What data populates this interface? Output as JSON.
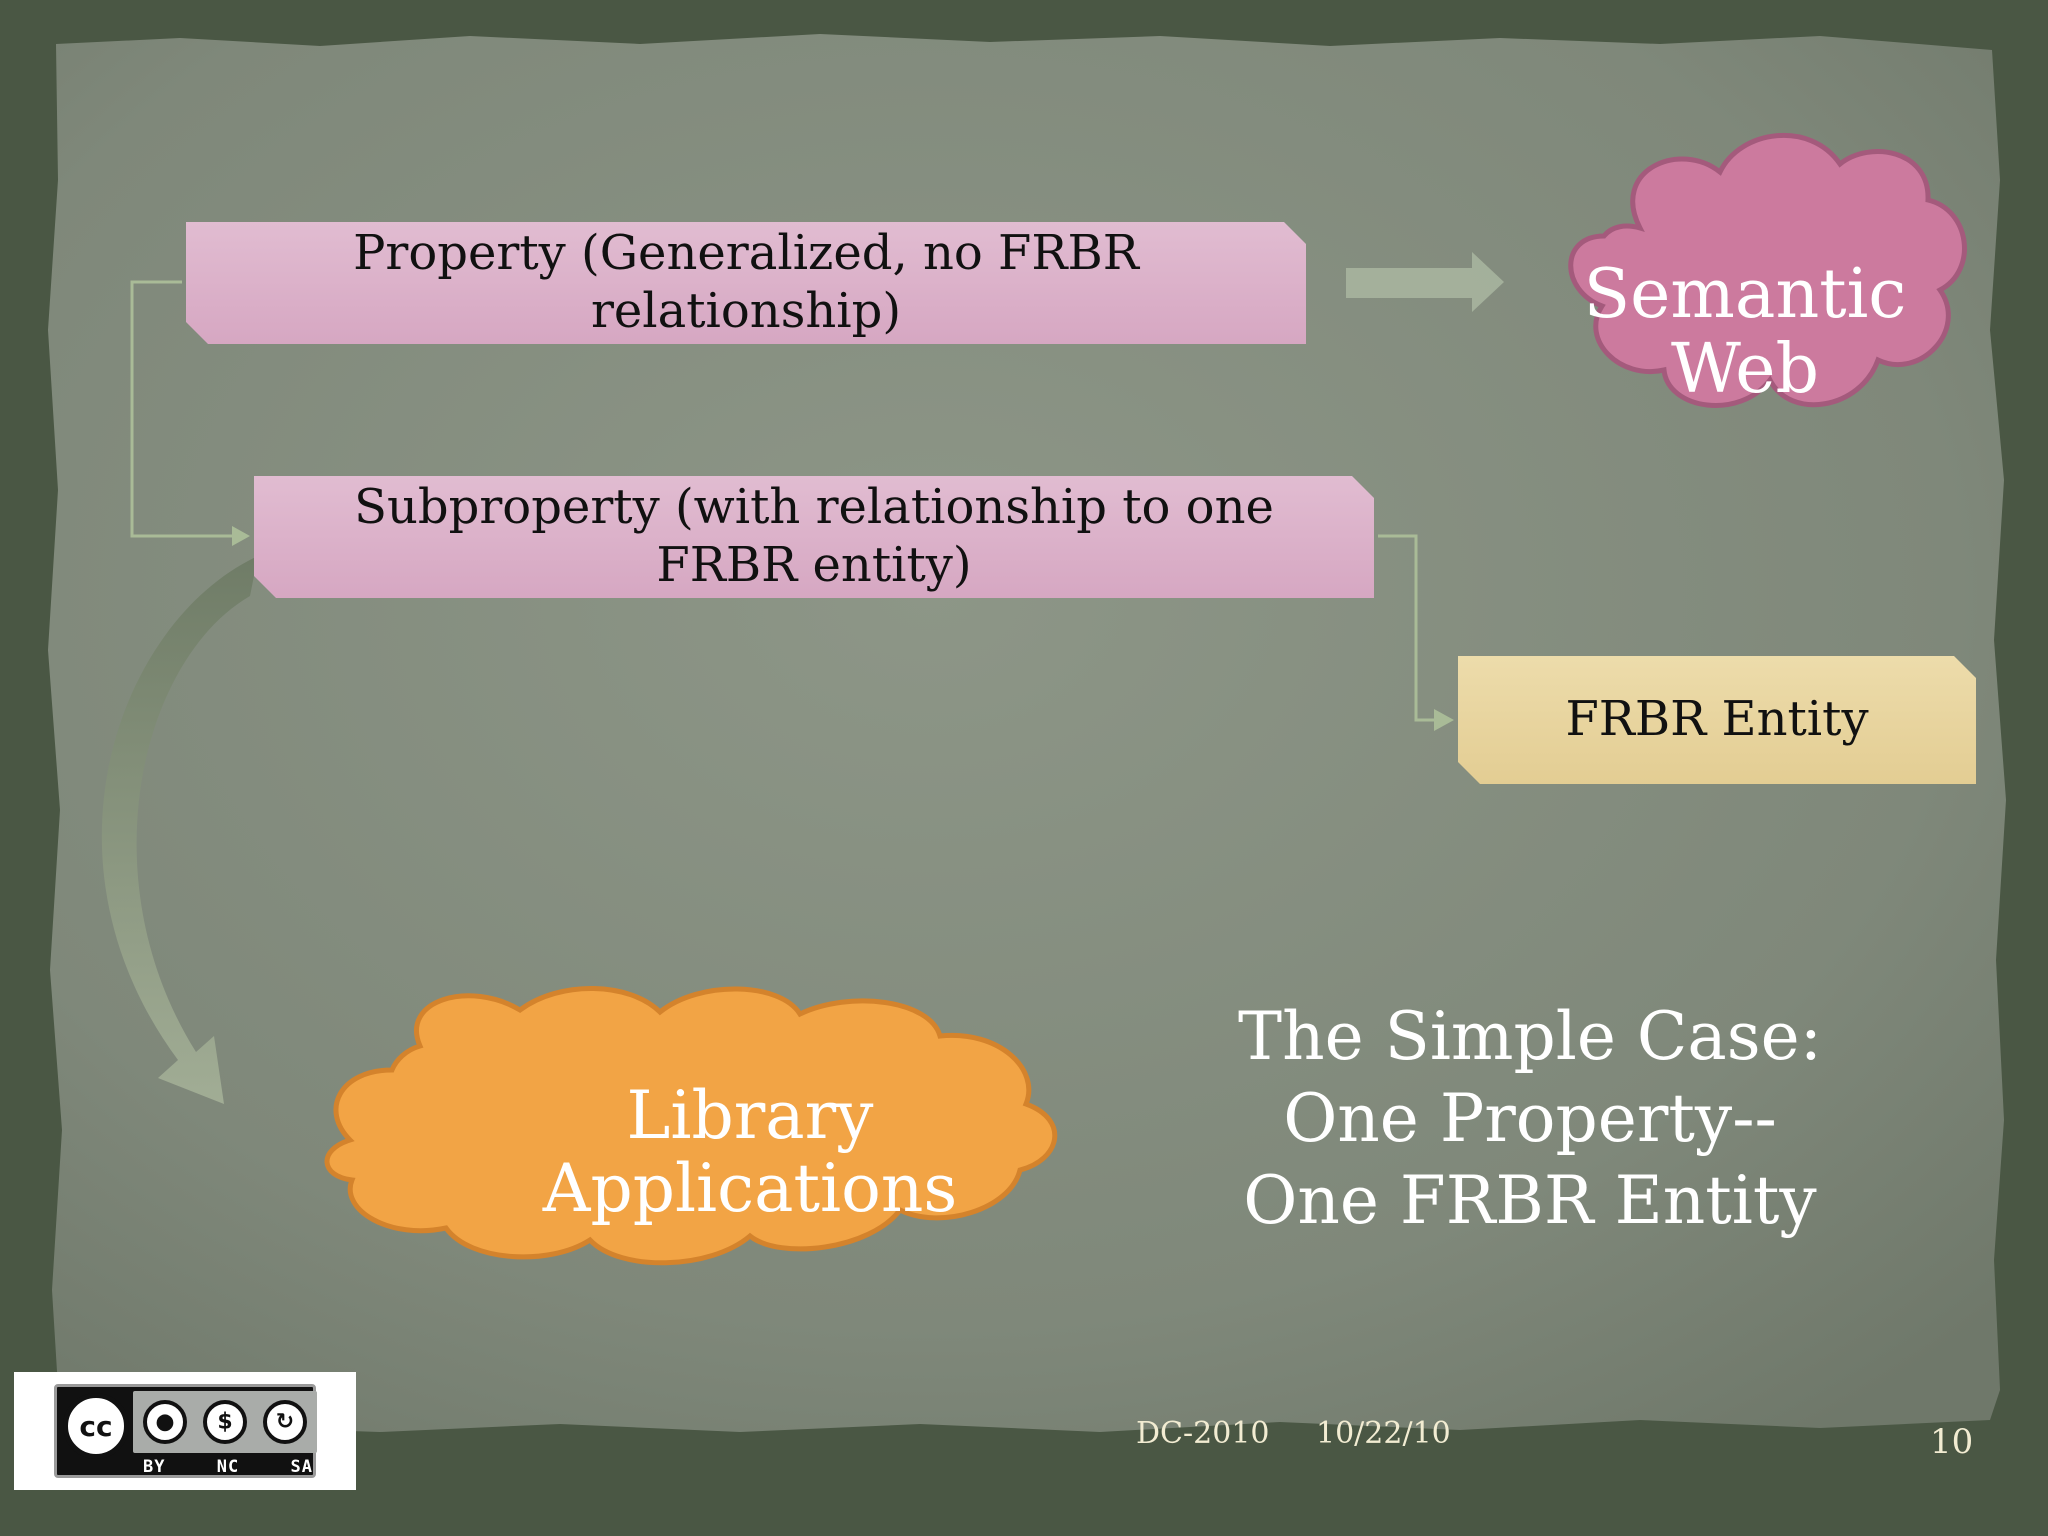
{
  "diagram": {
    "property_box": "Property (Generalized, no FRBR relationship)",
    "subproperty_box": "Subproperty (with relationship to one FRBR entity)",
    "frbr_entity_box": "FRBR Entity",
    "semantic_web_cloud": "Semantic Web",
    "library_applications_cloud": "Library Applications"
  },
  "caption": {
    "line1": "The Simple Case:",
    "line2": "One Property--",
    "line3": "One FRBR Entity"
  },
  "footer": {
    "conference": "DC-2010",
    "date": "10/22/10",
    "slide_number": "10"
  },
  "license_badge": {
    "main": "cc",
    "codes": [
      "BY",
      "NC",
      "SA"
    ]
  },
  "colors": {
    "background": "#4d5a47",
    "panel": "#858e80",
    "pink_box": "#d9aec7",
    "tan_box": "#e8d49d",
    "semantic_cloud": "#cc7a9e",
    "library_cloud": "#f2a445",
    "connector": "#a9bb97"
  }
}
